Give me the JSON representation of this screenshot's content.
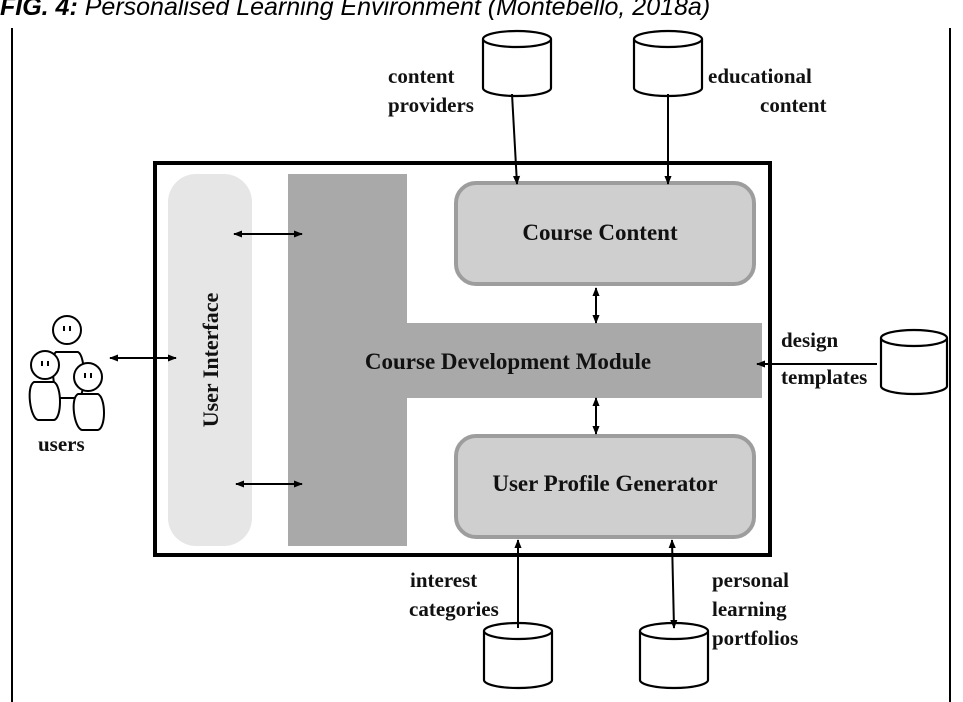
{
  "caption": {
    "prefix": "FIG. 4:",
    "title": "Personalised Learning Environment",
    "citation": "(Montebello, 2018a)"
  },
  "modules": {
    "user_interface": "User Interface",
    "course_development": "Course Development Module",
    "course_content": "Course Content",
    "user_profile_generator": "User Profile Generator"
  },
  "labels": {
    "content_providers": [
      "content",
      "providers"
    ],
    "educational_content": [
      "educational",
      "content"
    ],
    "design_templates": [
      "design",
      "templates"
    ],
    "interest_categories": [
      "interest",
      "categories"
    ],
    "personal_learning_portfolios": [
      "personal",
      "learning",
      "portfolios"
    ],
    "users": "users"
  },
  "colors": {
    "user_interface_bar": "#e6e6e6",
    "course_development_module": "#a9a9a9",
    "module_box_fill": "#cfcfcf",
    "module_box_border": "#9d9d9d"
  }
}
